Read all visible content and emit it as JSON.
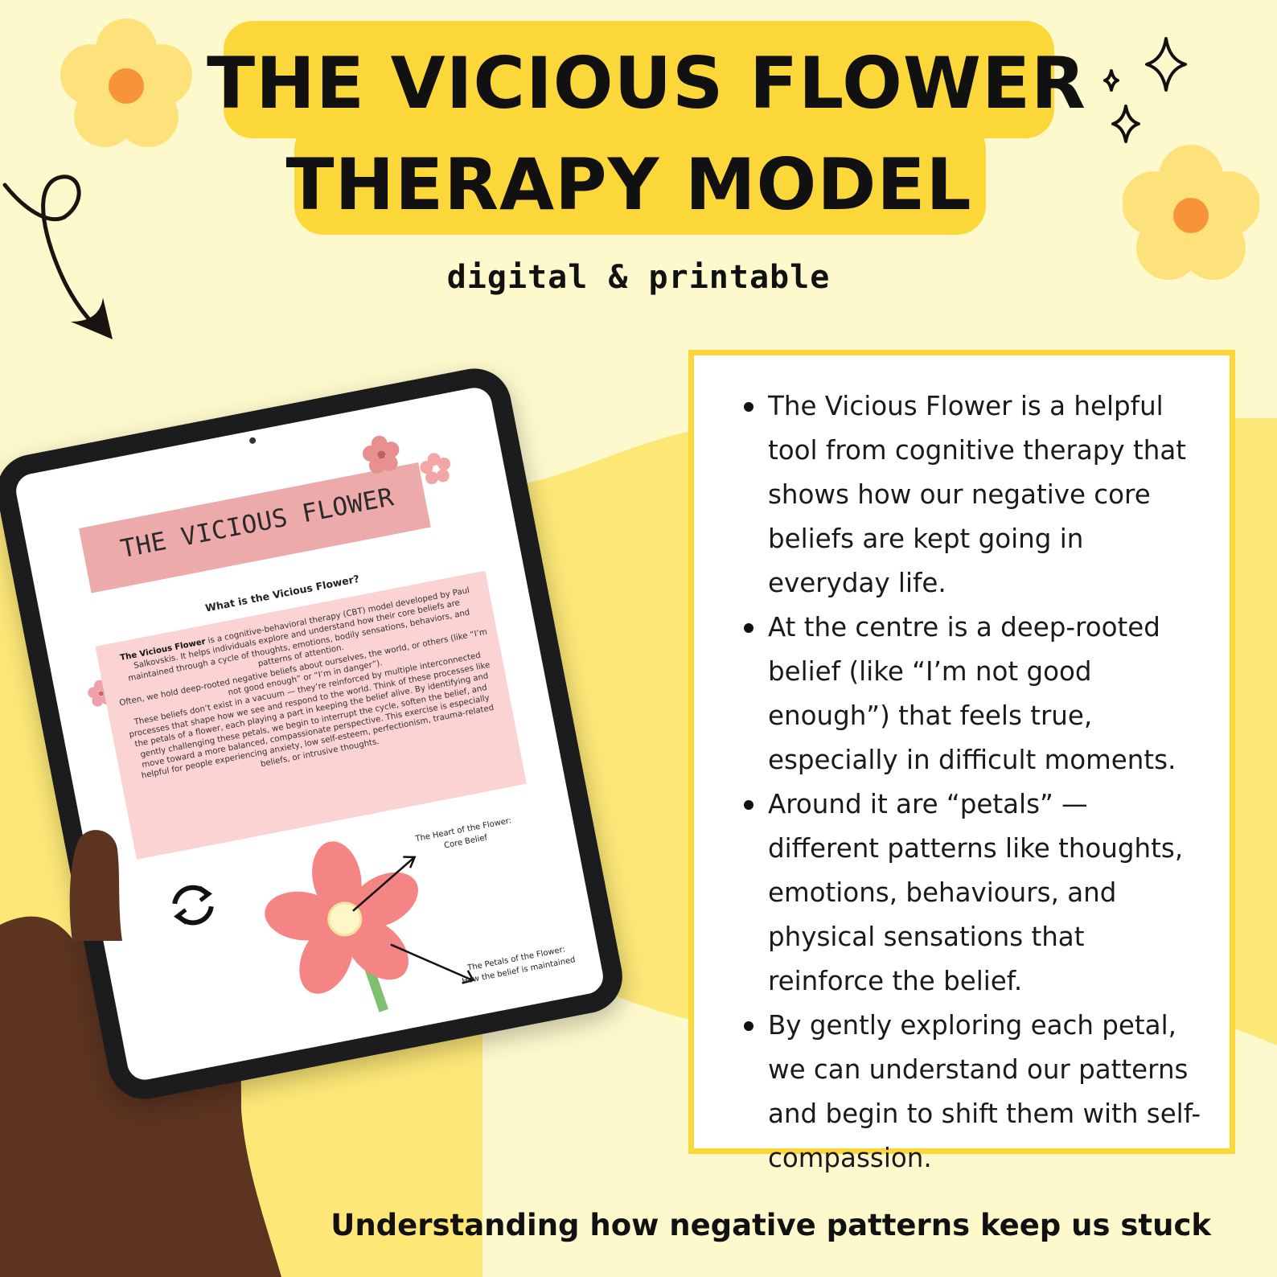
{
  "title": {
    "line1": "THE VICIOUS FLOWER",
    "line2": "THERAPY MODEL"
  },
  "subtitle": "digital & printable",
  "colors": {
    "background": "#fef9cd",
    "banner": "#fcd73a",
    "flower_petal": "#fde17a",
    "flower_center": "#f7943a",
    "box_border": "#fcd73a"
  },
  "icons": [
    "flower-icon",
    "sparkle-icon",
    "curly-arrow-icon",
    "refresh-cycle-icon"
  ],
  "info_points": [
    "The Vicious Flower is a helpful tool from cognitive therapy that shows how our negative core beliefs are kept going in everyday life.",
    "At the centre is a deep-rooted belief (like “I’m not good enough”) that feels true, especially in difficult moments.",
    "Around it are “petals” — different patterns like thoughts, emotions, behaviours, and physical sensations that reinforce the belief.",
    "By gently exploring each petal, we can understand our patterns and begin to shift them with self-compassion."
  ],
  "footer": "Understanding how negative patterns keep us stuck",
  "tablet": {
    "title": "THE VICIOUS FLOWER",
    "question": "What is the Vicious Flower?",
    "intro_bold": "The Vicious Flower",
    "intro_rest": " is a cognitive-behavioral therapy (CBT) model developed by Paul Salkovskis. It helps individuals explore and understand how their core beliefs are maintained through a cycle of thoughts, emotions, bodily sensations, behaviors, and patterns of attention.",
    "para2": "Often, we hold deep-rooted negative beliefs about ourselves, the world, or others (like “I’m not good enough” or “I’m in danger”).",
    "para3": "These beliefs don’t exist in a vacuum — they’re reinforced by multiple interconnected processes that shape how we see and respond to the world. Think of these processes like the petals of a flower, each playing a part in keeping the belief alive. By identifying and gently challenging these petals, we begin to interrupt the cycle, soften the belief, and move toward a more balanced, compassionate perspective. This exercise is especially helpful for people experiencing anxiety, low self-esteem, perfectionism, trauma-related beliefs, or intrusive thoughts.",
    "label_heart_1": "The Heart of the Flower:",
    "label_heart_2": "Core Belief",
    "label_petals_1": "The Petals of the Flower:",
    "label_petals_2": "How the belief is maintained"
  }
}
